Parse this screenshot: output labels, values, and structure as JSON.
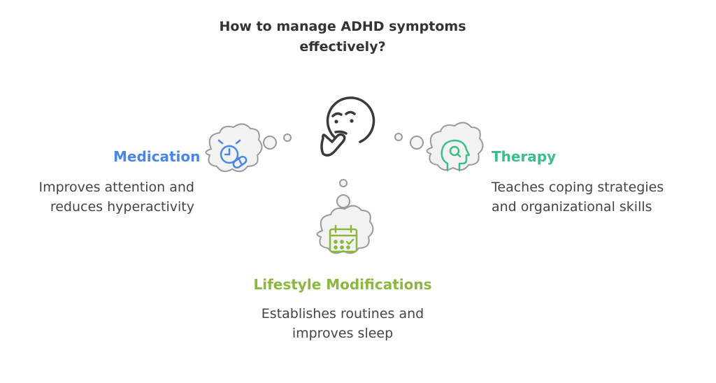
{
  "title": {
    "line1": "How to manage ADHD symptoms",
    "line2": "effectively?"
  },
  "options": {
    "medication": {
      "heading": "Medication",
      "desc_line1": "Improves attention and",
      "desc_line2": "reduces hyperactivity",
      "color": "#4a86e8",
      "icon": "clock-pill-icon"
    },
    "therapy": {
      "heading": "Therapy",
      "desc_line1": "Teaches coping strategies",
      "desc_line2": "and organizational skills",
      "color": "#3cbf86",
      "icon": "head-search-icon"
    },
    "lifestyle": {
      "heading": "Lifestyle Modifications",
      "desc_line1": "Establishes routines and",
      "desc_line2": "improves sleep",
      "color": "#8bb83c",
      "icon": "calendar-check-icon"
    }
  },
  "center_icon": "thinking-face-icon"
}
